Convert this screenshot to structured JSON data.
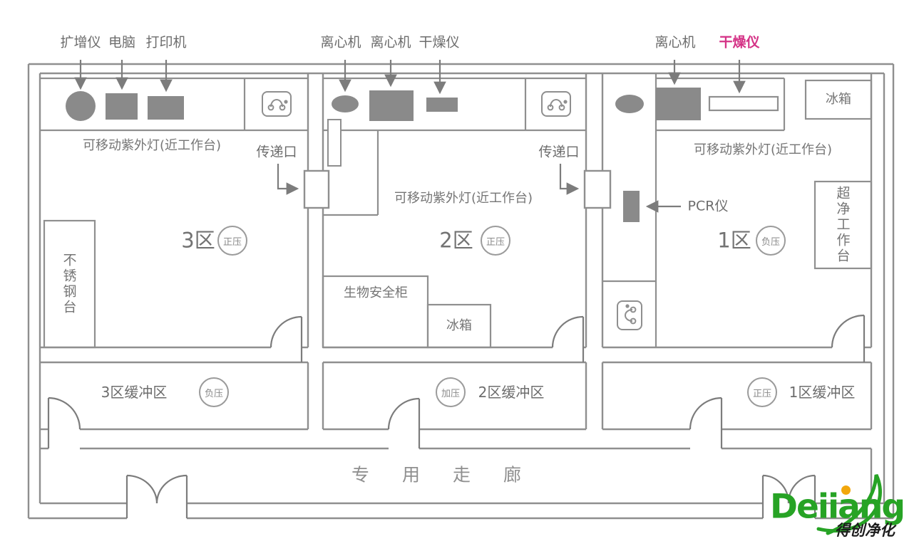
{
  "colors": {
    "wall_gray": "#8f8f8f",
    "equipment_gray": "#8a8a8a",
    "text_gray": "#6d6d6d",
    "highlight_magenta": "#d43286",
    "logo_green": "#27a325",
    "logo_orange": "#f2a70c"
  },
  "callouts": {
    "zone3": [
      "扩增仪",
      "电脑",
      "打印机"
    ],
    "zone2": [
      "离心机",
      "离心机",
      "干燥仪"
    ],
    "zone1": [
      "离心机",
      "干燥仪"
    ]
  },
  "zones": {
    "zone3": {
      "name": "3区",
      "pressure": "正压",
      "uv_note": "可移动紫外灯(近工作台)",
      "bench_side": "不锈钢台"
    },
    "zone2": {
      "name": "2区",
      "pressure": "正压",
      "uv_note": "可移动紫外灯(近工作台)",
      "biosafety": "生物安全柜",
      "fridge": "冰箱"
    },
    "zone1": {
      "name": "1区",
      "pressure": "负压",
      "uv_note": "可移动紫外灯(近工作台)",
      "fridge": "冰箱",
      "clean_bench": "超净工作台",
      "pcr": "PCR仪"
    }
  },
  "pass_window": "传递口",
  "buffers": [
    {
      "label": "3区缓冲区",
      "pressure": "负压"
    },
    {
      "label": "2区缓冲区",
      "pressure": "加压"
    },
    {
      "label": "1区缓冲区",
      "pressure": "正压"
    }
  ],
  "corridor": "专用走廊",
  "logo": {
    "brand": "Deiiang",
    "caption": "得创净化"
  }
}
